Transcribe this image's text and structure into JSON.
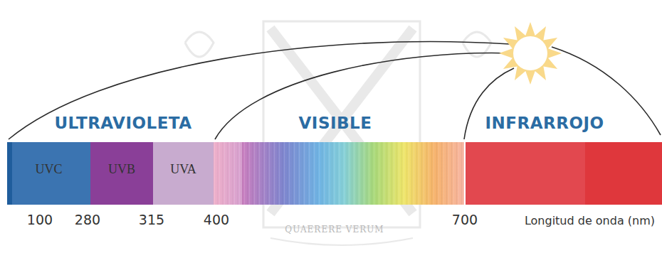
{
  "diagram": {
    "nodes": [
      {
        "text": [
          "UVC"
        ]
      },
      {
        "text": [
          "UVB"
        ]
      },
      {
        "text": [
          "UVA"
        ]
      }
    ],
    "labels": [
      "ULTRAVIOLETA",
      "VISIBLE",
      "INFRARROJO",
      "100",
      "280",
      "315",
      "400",
      "700",
      "Longitud de onda (nm)",
      "QUAERERE VERUM"
    ]
  }
}
